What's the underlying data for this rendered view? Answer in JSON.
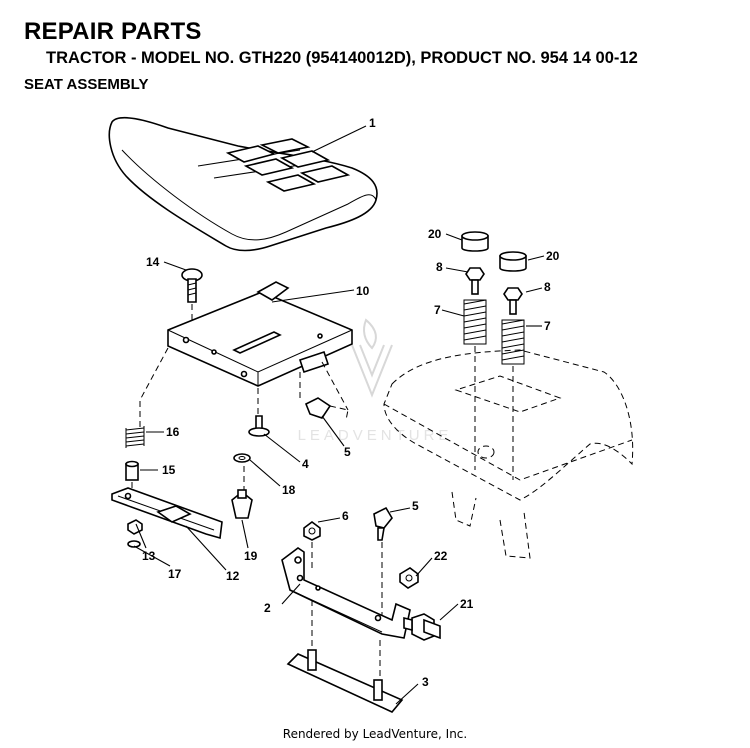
{
  "header": {
    "title": "REPAIR PARTS",
    "subtitle": "TRACTOR - MODEL NO. GTH220 (954140012D), PRODUCT NO. 954 14 00-12",
    "section": "SEAT ASSEMBLY"
  },
  "watermark": "LEADVENTURE",
  "callouts": {
    "c1": "1",
    "c2": "2",
    "c3": "3",
    "c4": "4",
    "c5a": "5",
    "c5b": "5",
    "c6": "6",
    "c7a": "7",
    "c7b": "7",
    "c8a": "8",
    "c8b": "8",
    "c10": "10",
    "c12": "12",
    "c13": "13",
    "c14": "14",
    "c15": "15",
    "c16": "16",
    "c17": "17",
    "c18": "18",
    "c19": "19",
    "c20a": "20",
    "c20b": "20",
    "c21": "21",
    "c22": "22"
  },
  "footer": "Rendered by LeadVenture, Inc."
}
